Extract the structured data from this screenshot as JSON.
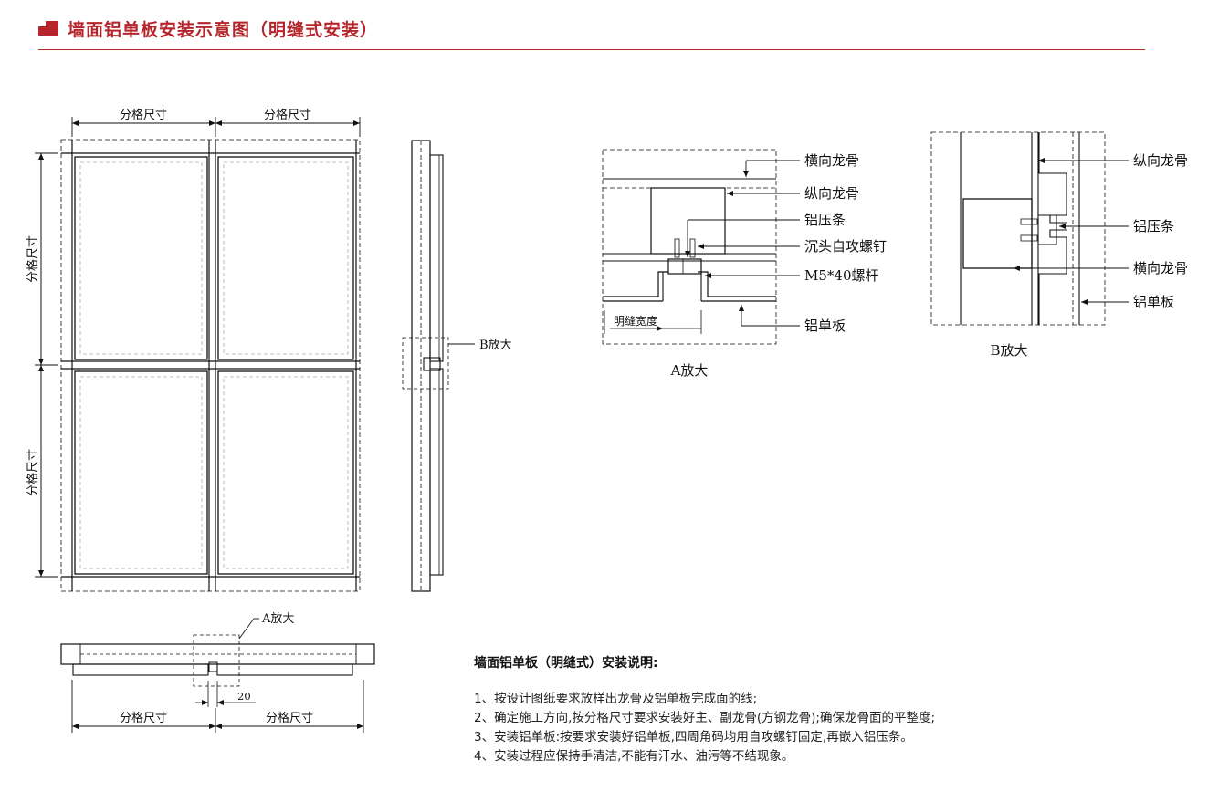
{
  "header": {
    "title": "墙面铝单板安装示意图（明缝式安装）",
    "accent_color": "#b5252b",
    "icon": "square-block-icon"
  },
  "labels": {
    "grid_size": "分格尺寸",
    "b_zoom": "B放大",
    "a_zoom": "A放大",
    "gap_value": "20"
  },
  "detail_a": {
    "caption": "A放大",
    "horizontal_keel": "横向龙骨",
    "vertical_keel": "纵向龙骨",
    "press_strip": "铝压条",
    "countersunk_screw": "沉头自攻螺钉",
    "bolt": "M5*40螺杆",
    "panel": "铝单板",
    "gap_width": "明缝宽度"
  },
  "detail_b": {
    "caption": "B放大",
    "vertical_keel": "纵向龙骨",
    "press_strip": "铝压条",
    "horizontal_keel": "横向龙骨",
    "panel": "铝单板"
  },
  "notes": {
    "title": "墙面铝单板（明缝式）安装说明:",
    "items": [
      "1、按设计图纸要求放样出龙骨及铝单板完成面的线;",
      "2、确定施工方向,按分格尺寸要求安装好主、副龙骨(方钢龙骨);确保龙骨面的平整度;",
      "3、安装铝单板:按要求安装好铝单板,四周角码均用自攻螺钉固定,再嵌入铝压条。",
      "4、安装过程应保持手清洁,不能有汗水、油污等不结现象。"
    ]
  }
}
